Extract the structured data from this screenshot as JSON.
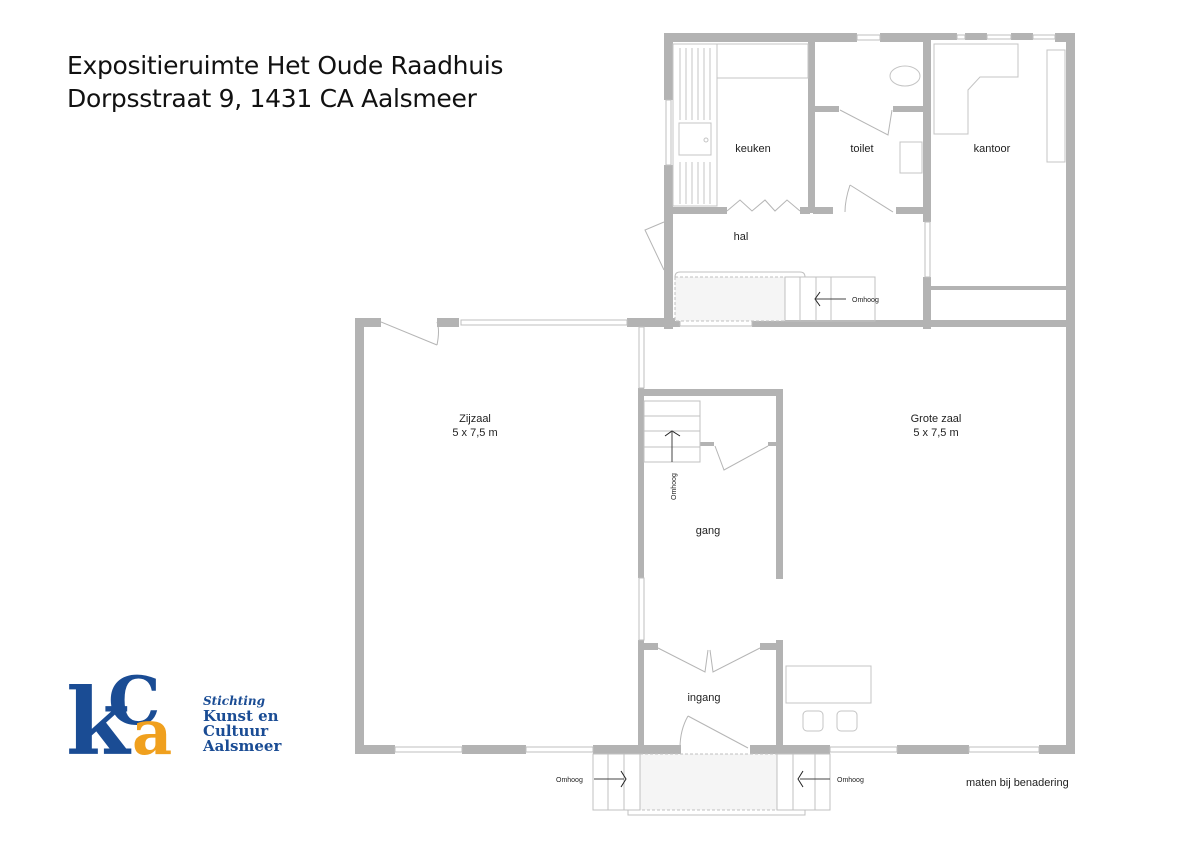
{
  "header": {
    "title_line1": "Expositieruimte Het Oude Raadhuis",
    "title_line2": "Dorpsstraat 9, 1431 CA Aalsmeer"
  },
  "rooms": {
    "keuken": "keuken",
    "toilet": "toilet",
    "kantoor": "kantoor",
    "hal": "hal",
    "zijzaal": {
      "name": "Zijzaal",
      "size": "5 x 7,5 m"
    },
    "grote_zaal": {
      "name": "Grote zaal",
      "size": "5 x 7,5 m"
    },
    "gang": "gang",
    "ingang": "ingang"
  },
  "stairs": {
    "hal_label": "Omhoog",
    "gang_label": "Omhoog",
    "front_left_label": "Omhoog",
    "front_right_label": "Omhoog"
  },
  "footer": {
    "note": "maten bij benadering"
  },
  "logo": {
    "letters": [
      "k",
      "C",
      "a"
    ],
    "line1": "Stichting",
    "line2": "Kunst en",
    "line3": "Cultuur",
    "line4": "Aalsmeer",
    "colors": {
      "blue": "#1a4c94",
      "orange": "#f0a01e"
    }
  },
  "colors": {
    "wall": "#b3b3b3",
    "fixture": "#c8c8c8",
    "stair_fill": "#f5f5f5"
  }
}
